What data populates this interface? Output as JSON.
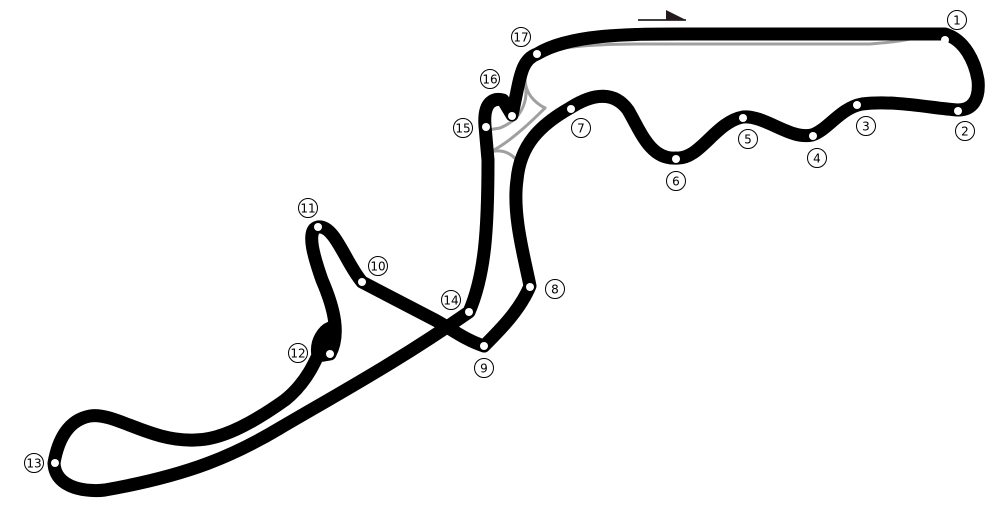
{
  "colors": {
    "track": "#000000",
    "alt_track": "#a0a0a0",
    "marker": "#ffffff",
    "flag": "#231a1a"
  },
  "turns": [
    {
      "label": "1"
    },
    {
      "label": "2"
    },
    {
      "label": "3"
    },
    {
      "label": "4"
    },
    {
      "label": "5"
    },
    {
      "label": "6"
    },
    {
      "label": "7"
    },
    {
      "label": "8"
    },
    {
      "label": "9"
    },
    {
      "label": "10"
    },
    {
      "label": "11"
    },
    {
      "label": "12"
    },
    {
      "label": "13"
    },
    {
      "label": "14"
    },
    {
      "label": "15"
    },
    {
      "label": "16"
    },
    {
      "label": "17"
    }
  ]
}
